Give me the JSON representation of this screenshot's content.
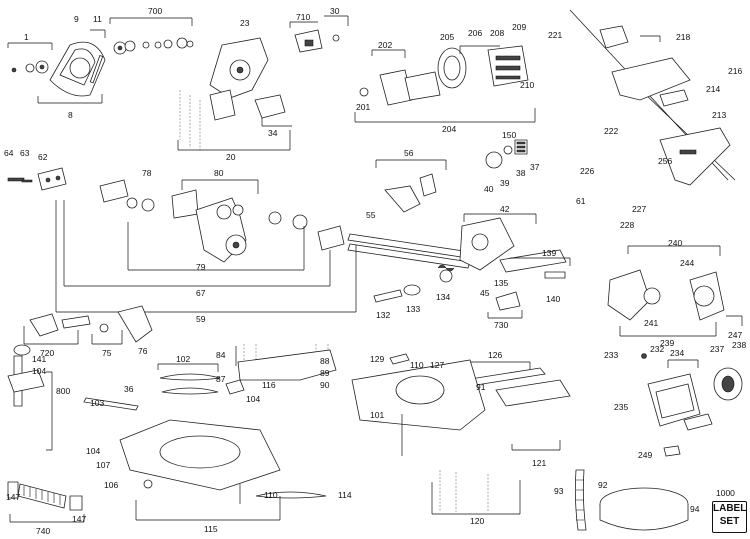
{
  "diagram": {
    "labels": [
      {
        "id": "p1",
        "text": "1"
      },
      {
        "id": "p9",
        "text": "9"
      },
      {
        "id": "p11",
        "text": "11"
      },
      {
        "id": "p700",
        "text": "700"
      },
      {
        "id": "p23",
        "text": "23"
      },
      {
        "id": "p710",
        "text": "710"
      },
      {
        "id": "p30",
        "text": "30"
      },
      {
        "id": "p8",
        "text": "8"
      },
      {
        "id": "p34",
        "text": "34"
      },
      {
        "id": "p20",
        "text": "20"
      },
      {
        "id": "p202",
        "text": "202"
      },
      {
        "id": "p205",
        "text": "205"
      },
      {
        "id": "p206",
        "text": "206"
      },
      {
        "id": "p208",
        "text": "208"
      },
      {
        "id": "p209",
        "text": "209"
      },
      {
        "id": "p201",
        "text": "201"
      },
      {
        "id": "p210",
        "text": "210"
      },
      {
        "id": "p204",
        "text": "204"
      },
      {
        "id": "p221",
        "text": "221"
      },
      {
        "id": "p218",
        "text": "218"
      },
      {
        "id": "p216",
        "text": "216"
      },
      {
        "id": "p214",
        "text": "214"
      },
      {
        "id": "p222",
        "text": "222"
      },
      {
        "id": "p213",
        "text": "213"
      },
      {
        "id": "p256",
        "text": "256"
      },
      {
        "id": "p150",
        "text": "150"
      },
      {
        "id": "p37",
        "text": "37"
      },
      {
        "id": "p38",
        "text": "38"
      },
      {
        "id": "p39",
        "text": "39"
      },
      {
        "id": "p40",
        "text": "40"
      },
      {
        "id": "p64",
        "text": "64"
      },
      {
        "id": "p63",
        "text": "63"
      },
      {
        "id": "p62",
        "text": "62"
      },
      {
        "id": "p78",
        "text": "78"
      },
      {
        "id": "p80",
        "text": "80"
      },
      {
        "id": "p56",
        "text": "56"
      },
      {
        "id": "p55",
        "text": "55"
      },
      {
        "id": "p42",
        "text": "42"
      },
      {
        "id": "p226",
        "text": "226"
      },
      {
        "id": "p61",
        "text": "61"
      },
      {
        "id": "p227",
        "text": "227"
      },
      {
        "id": "p228",
        "text": "228"
      },
      {
        "id": "p79",
        "text": "79"
      },
      {
        "id": "p139",
        "text": "139"
      },
      {
        "id": "p240",
        "text": "240"
      },
      {
        "id": "p244",
        "text": "244"
      },
      {
        "id": "p45",
        "text": "45"
      },
      {
        "id": "p135",
        "text": "135"
      },
      {
        "id": "p134",
        "text": "134"
      },
      {
        "id": "p67",
        "text": "67"
      },
      {
        "id": "p140",
        "text": "140"
      },
      {
        "id": "p59",
        "text": "59"
      },
      {
        "id": "p133",
        "text": "133"
      },
      {
        "id": "p132",
        "text": "132"
      },
      {
        "id": "p730",
        "text": "730"
      },
      {
        "id": "p241",
        "text": "241"
      },
      {
        "id": "p247",
        "text": "247"
      },
      {
        "id": "p239",
        "text": "239"
      },
      {
        "id": "p720",
        "text": "720"
      },
      {
        "id": "p75",
        "text": "75"
      },
      {
        "id": "p76",
        "text": "76"
      },
      {
        "id": "p84",
        "text": "84"
      },
      {
        "id": "p87",
        "text": "87"
      },
      {
        "id": "p129",
        "text": "129"
      },
      {
        "id": "p110",
        "text": "110"
      },
      {
        "id": "p127",
        "text": "127"
      },
      {
        "id": "p126",
        "text": "126"
      },
      {
        "id": "p141",
        "text": "141"
      },
      {
        "id": "p104a",
        "text": "104"
      },
      {
        "id": "p102",
        "text": "102"
      },
      {
        "id": "p88",
        "text": "88"
      },
      {
        "id": "p89",
        "text": "89"
      },
      {
        "id": "p90",
        "text": "90"
      },
      {
        "id": "p800",
        "text": "800"
      },
      {
        "id": "p103",
        "text": "103"
      },
      {
        "id": "p36",
        "text": "36"
      },
      {
        "id": "p116",
        "text": "116"
      },
      {
        "id": "p104b",
        "text": "104"
      },
      {
        "id": "p91",
        "text": "91"
      },
      {
        "id": "p233",
        "text": "233"
      },
      {
        "id": "p232",
        "text": "232"
      },
      {
        "id": "p234",
        "text": "234"
      },
      {
        "id": "p237",
        "text": "237"
      },
      {
        "id": "p238",
        "text": "238"
      },
      {
        "id": "p235",
        "text": "235"
      },
      {
        "id": "p104c",
        "text": "104"
      },
      {
        "id": "p107",
        "text": "107"
      },
      {
        "id": "p101",
        "text": "101"
      },
      {
        "id": "p121",
        "text": "121"
      },
      {
        "id": "p106",
        "text": "106"
      },
      {
        "id": "p110b",
        "text": "110"
      },
      {
        "id": "p249",
        "text": "249"
      },
      {
        "id": "p147a",
        "text": "147"
      },
      {
        "id": "p114",
        "text": "114"
      },
      {
        "id": "p93",
        "text": "93"
      },
      {
        "id": "p92",
        "text": "92"
      },
      {
        "id": "p1000",
        "text": "1000"
      },
      {
        "id": "p147b",
        "text": "147"
      },
      {
        "id": "p740",
        "text": "740"
      },
      {
        "id": "p115",
        "text": "115"
      },
      {
        "id": "p120",
        "text": "120"
      },
      {
        "id": "p94",
        "text": "94"
      }
    ],
    "label_set": {
      "line1": "LABEL",
      "line2": "SET"
    }
  }
}
